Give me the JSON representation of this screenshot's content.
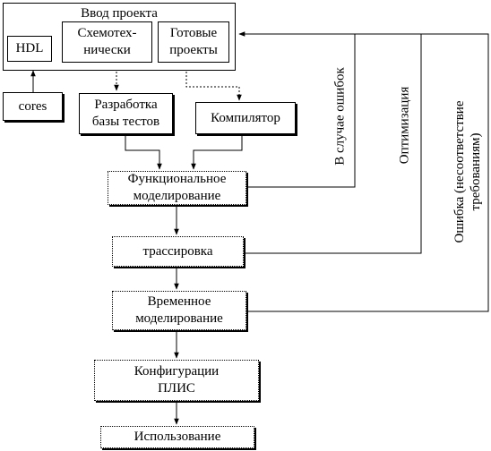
{
  "diagram": {
    "input_group": {
      "title": "Ввод проекта",
      "hdl": "HDL",
      "schematic": "Схемотех-\nнически",
      "ready": "Готовые\nпроекты"
    },
    "cores": "cores",
    "test_dev": "Разработка\nбазы тестов",
    "compiler": "Компилятор",
    "functional": "Функциональное\nмоделирование",
    "routing": "трассировка",
    "timing": "Временное\nмоделирование",
    "config": "Конфигурации\nПЛИС",
    "usage": "Использование",
    "feedback": {
      "errors": "В случае ошибок",
      "optimization": "Оптимизация",
      "mismatch": "Ошибка (несоответствие\nтребованиям)"
    }
  }
}
